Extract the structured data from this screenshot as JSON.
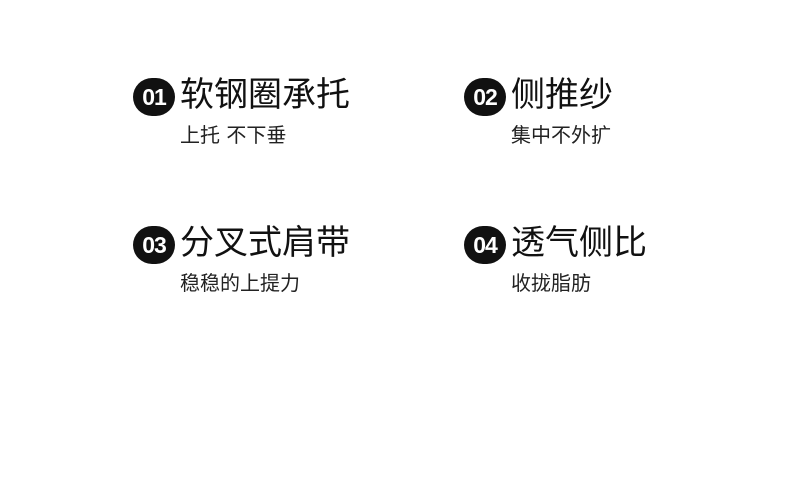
{
  "features": [
    {
      "number": "01",
      "title": "软钢圈承托",
      "subtitle": "上托 不下垂"
    },
    {
      "number": "02",
      "title": "侧推纱",
      "subtitle": "集中不外扩"
    },
    {
      "number": "03",
      "title": "分叉式肩带",
      "subtitle": "稳稳的上提力"
    },
    {
      "number": "04",
      "title": "透气侧比",
      "subtitle": "收拢脂肪"
    }
  ],
  "colors": {
    "background": "#ffffff",
    "badge": "#111111",
    "text": "#111111"
  }
}
